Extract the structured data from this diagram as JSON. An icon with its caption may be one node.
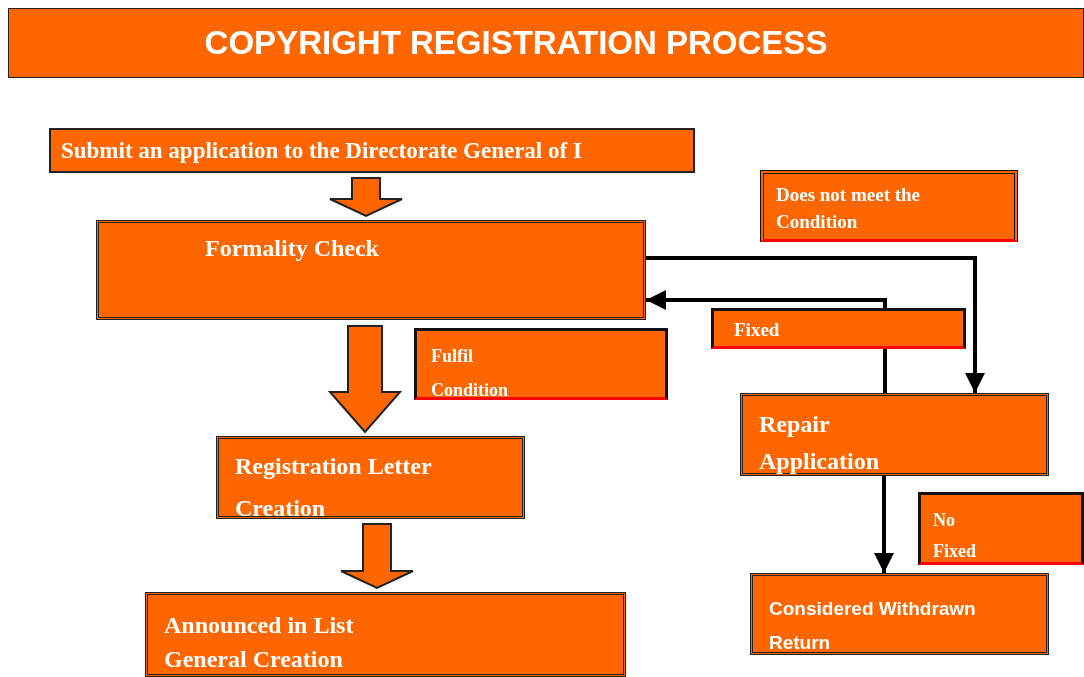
{
  "diagram": {
    "title": "COPYRIGHT REGISTRATION PROCESS",
    "nodes": [
      {
        "text": [
          "Submit an application to the Directorate General of I"
        ]
      },
      {
        "text": [
          "Formality Check"
        ]
      },
      {
        "text": [
          "Registration Letter Creation"
        ]
      },
      {
        "text": [
          "Announced in List General Creation"
        ]
      },
      {
        "text": [
          "Repair Application"
        ]
      },
      {
        "text": [
          "Considered Withdrawn Return"
        ]
      }
    ],
    "edges": [
      {
        "from": 0,
        "to": 1,
        "arrow": "to",
        "style": "thick"
      },
      {
        "from": 1,
        "to": 2,
        "arrow": "to",
        "style": "thick",
        "label": "Fulfil Condition"
      },
      {
        "from": 2,
        "to": 3,
        "arrow": "to",
        "style": "thick"
      },
      {
        "from": 1,
        "to": 4,
        "arrow": "to",
        "label": "Does not meet the Condition"
      },
      {
        "from": 4,
        "to": 1,
        "arrow": "to",
        "label": "Fixed"
      },
      {
        "from": 4,
        "to": 5,
        "arrow": "to",
        "label": "No Fixed"
      }
    ]
  }
}
